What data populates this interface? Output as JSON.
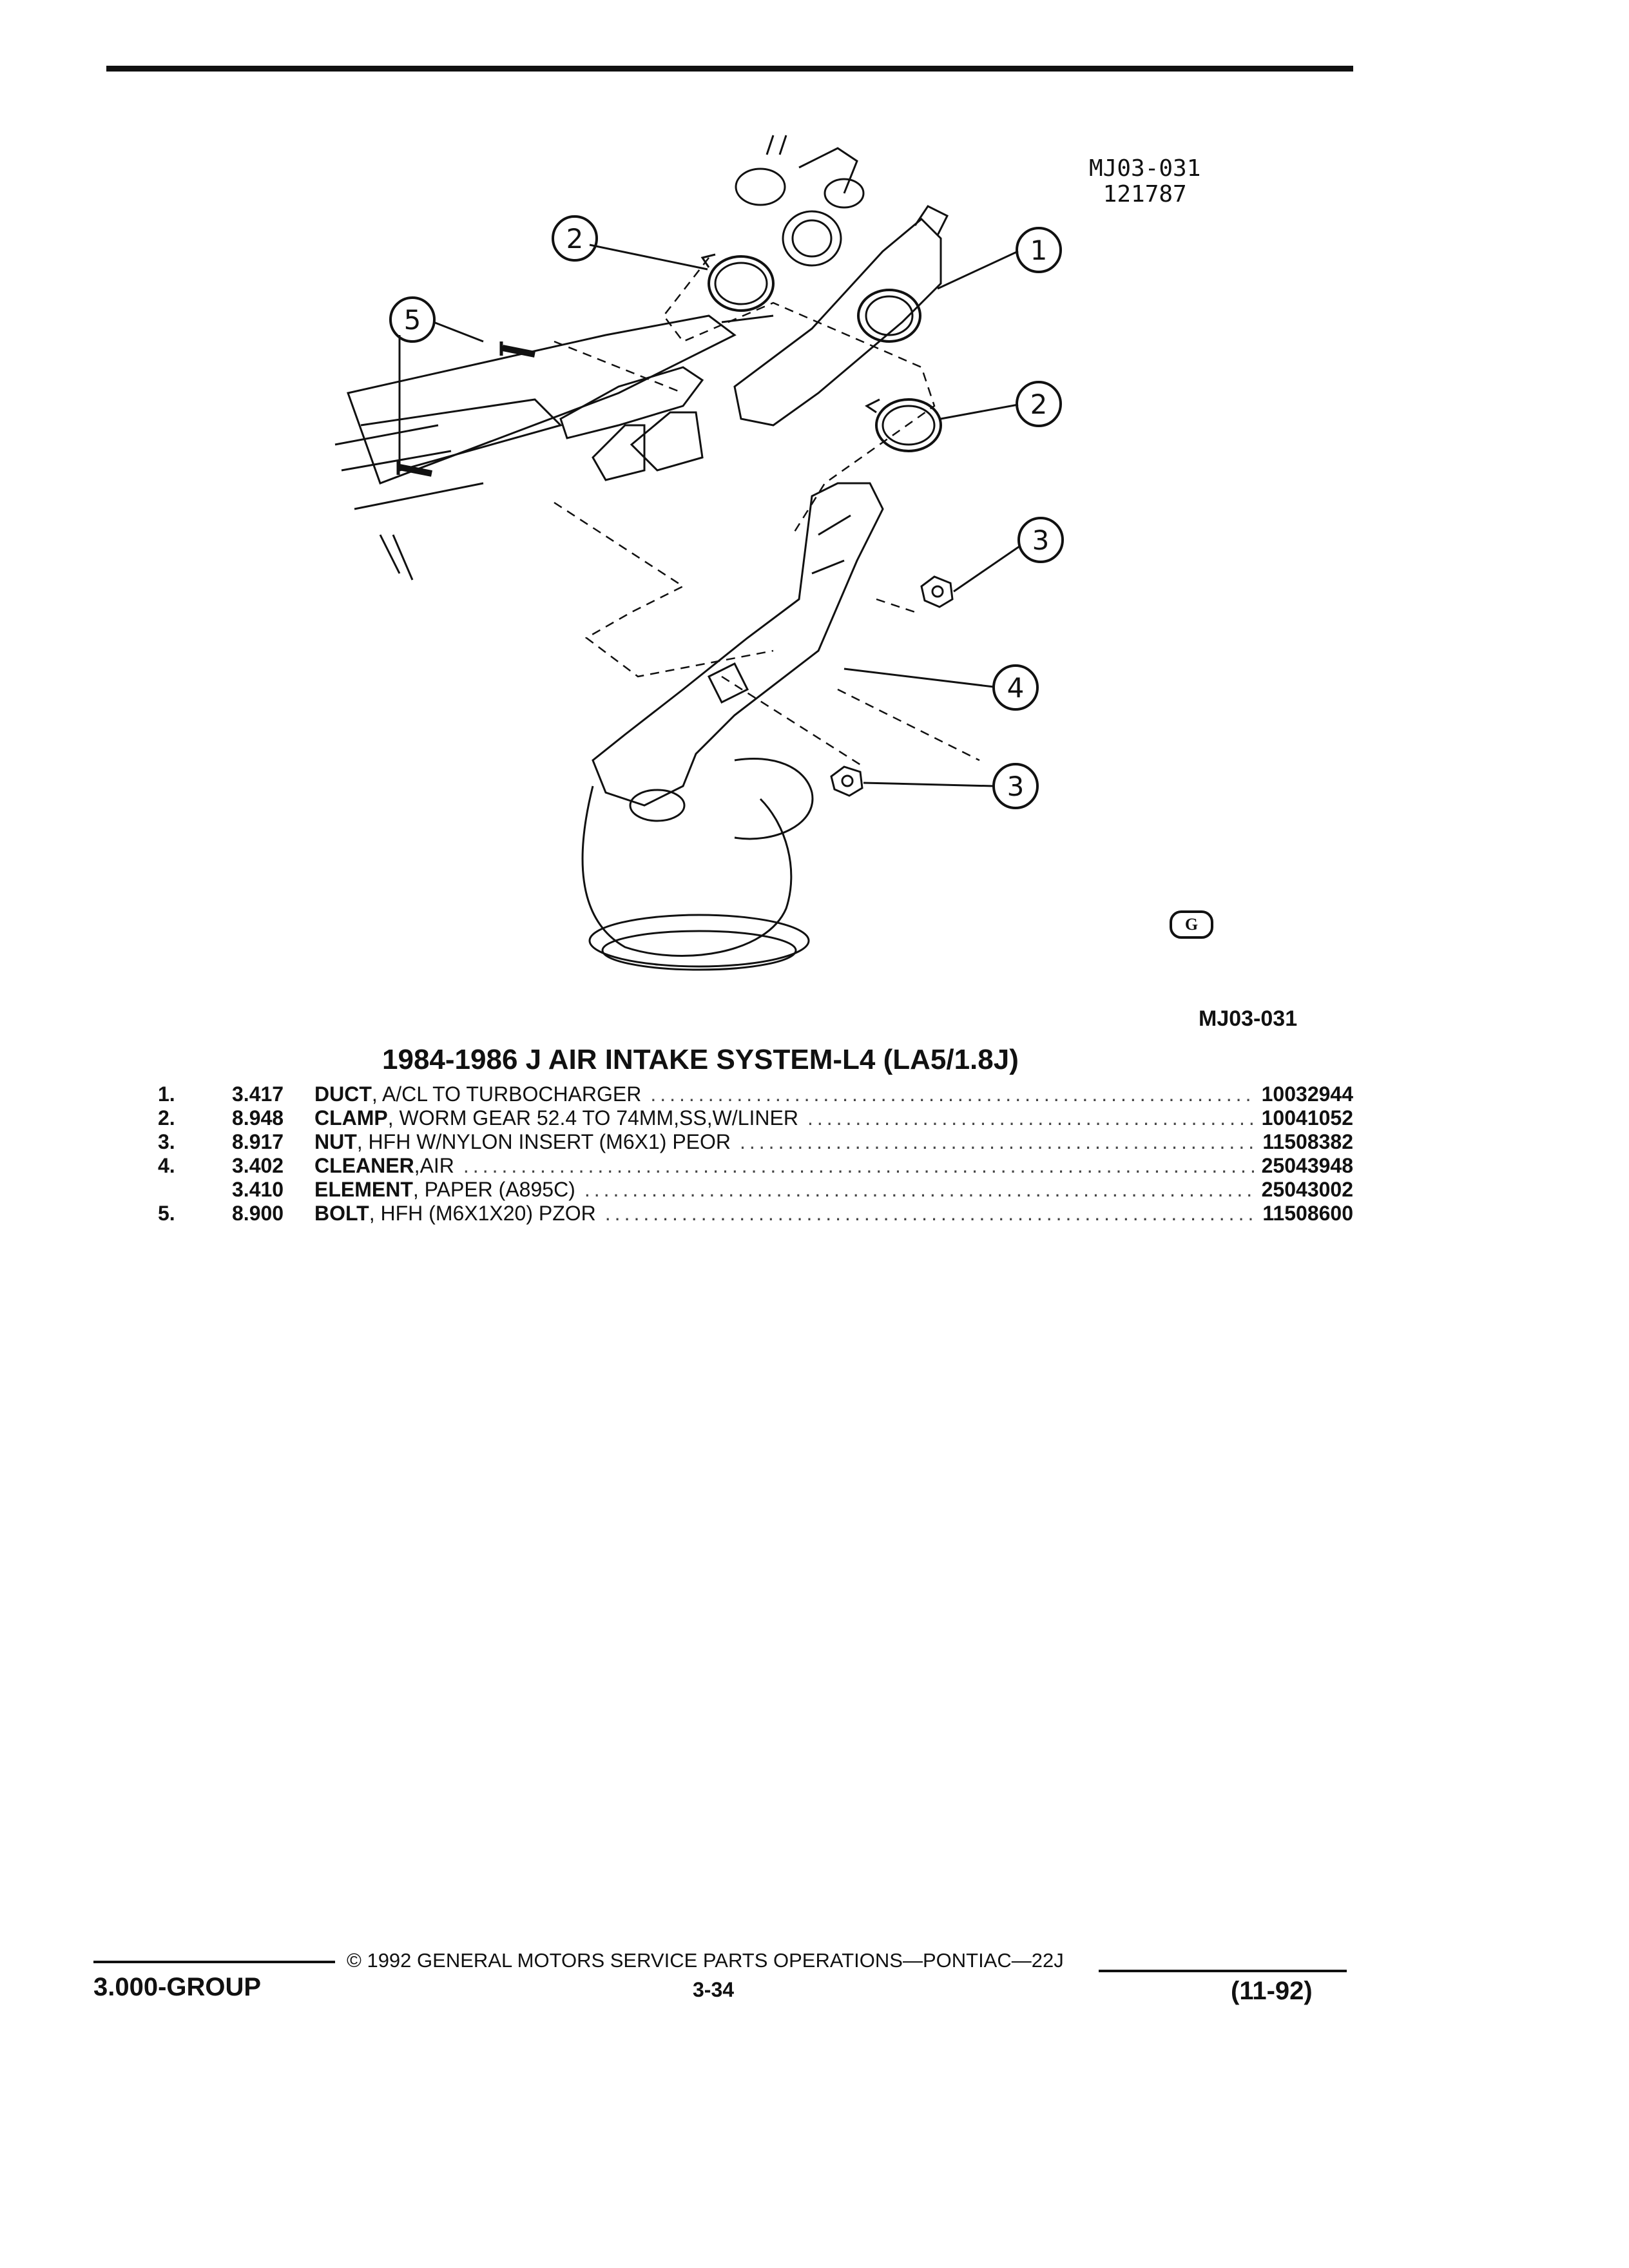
{
  "illustration": {
    "code": "MJ03-031",
    "date_code": "121787",
    "callouts": [
      "1",
      "2",
      "2",
      "3",
      "3",
      "4",
      "5"
    ],
    "logo_letter": "G",
    "reference_code": "MJ03-031"
  },
  "title": "1984-1986 J AIR INTAKE SYSTEM-L4 (LA5/1.8J)",
  "parts": [
    {
      "item": "1.",
      "code": "3.417",
      "name": "DUCT",
      "detail": " , A/CL TO TURBOCHARGER",
      "part_no": "10032944"
    },
    {
      "item": "2.",
      "code": "8.948",
      "name": "CLAMP",
      "detail": " , WORM GEAR 52.4 TO 74MM,SS,W/LINER",
      "part_no": "10041052"
    },
    {
      "item": "3.",
      "code": "8.917",
      "name": "NUT",
      "detail": " , HFH W/NYLON INSERT (M6X1) PEOR",
      "part_no": "11508382"
    },
    {
      "item": "4.",
      "code": "3.402",
      "name": "CLEANER",
      "detail": " ,AIR",
      "part_no": "25043948"
    },
    {
      "item": "",
      "code": "3.410",
      "name": "ELEMENT",
      "detail": " , PAPER (A895C)",
      "part_no": "25043002"
    },
    {
      "item": "5.",
      "code": "8.900",
      "name": "BOLT",
      "detail": " , HFH (M6X1X20) PZOR",
      "part_no": "11508600"
    }
  ],
  "footer": {
    "copyright": "© 1992 GENERAL MOTORS SERVICE PARTS OPERATIONS—PONTIAC—22J",
    "group": "3.000-GROUP",
    "page": "3-34",
    "date": "(11-92)"
  }
}
